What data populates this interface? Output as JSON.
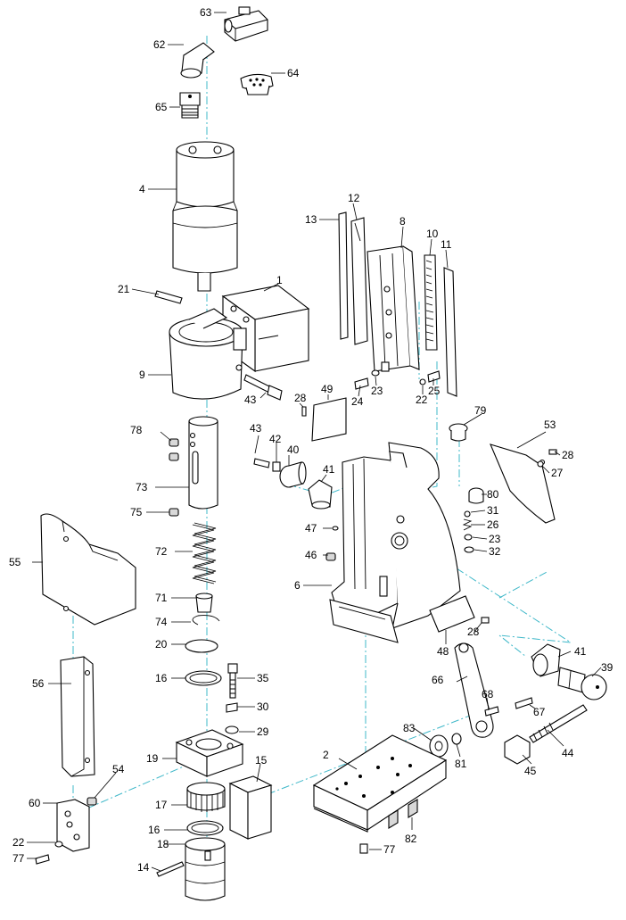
{
  "diagram": {
    "callouts": [
      "1",
      "2",
      "4",
      "6",
      "8",
      "9",
      "10",
      "11",
      "12",
      "13",
      "14",
      "15",
      "16",
      "16",
      "17",
      "18",
      "19",
      "20",
      "21",
      "22",
      "22",
      "23",
      "23",
      "24",
      "25",
      "26",
      "27",
      "28",
      "28",
      "28",
      "29",
      "30",
      "31",
      "32",
      "35",
      "39",
      "40",
      "41",
      "41",
      "42",
      "43",
      "43",
      "44",
      "45",
      "46",
      "47",
      "48",
      "49",
      "53",
      "54",
      "55",
      "56",
      "60",
      "62",
      "63",
      "64",
      "65",
      "66",
      "67",
      "68",
      "71",
      "72",
      "73",
      "74",
      "75",
      "77",
      "77",
      "78",
      "79",
      "80",
      "81",
      "82",
      "83"
    ],
    "centerline_color": "#3fb8c9",
    "line_color": "#000000"
  }
}
